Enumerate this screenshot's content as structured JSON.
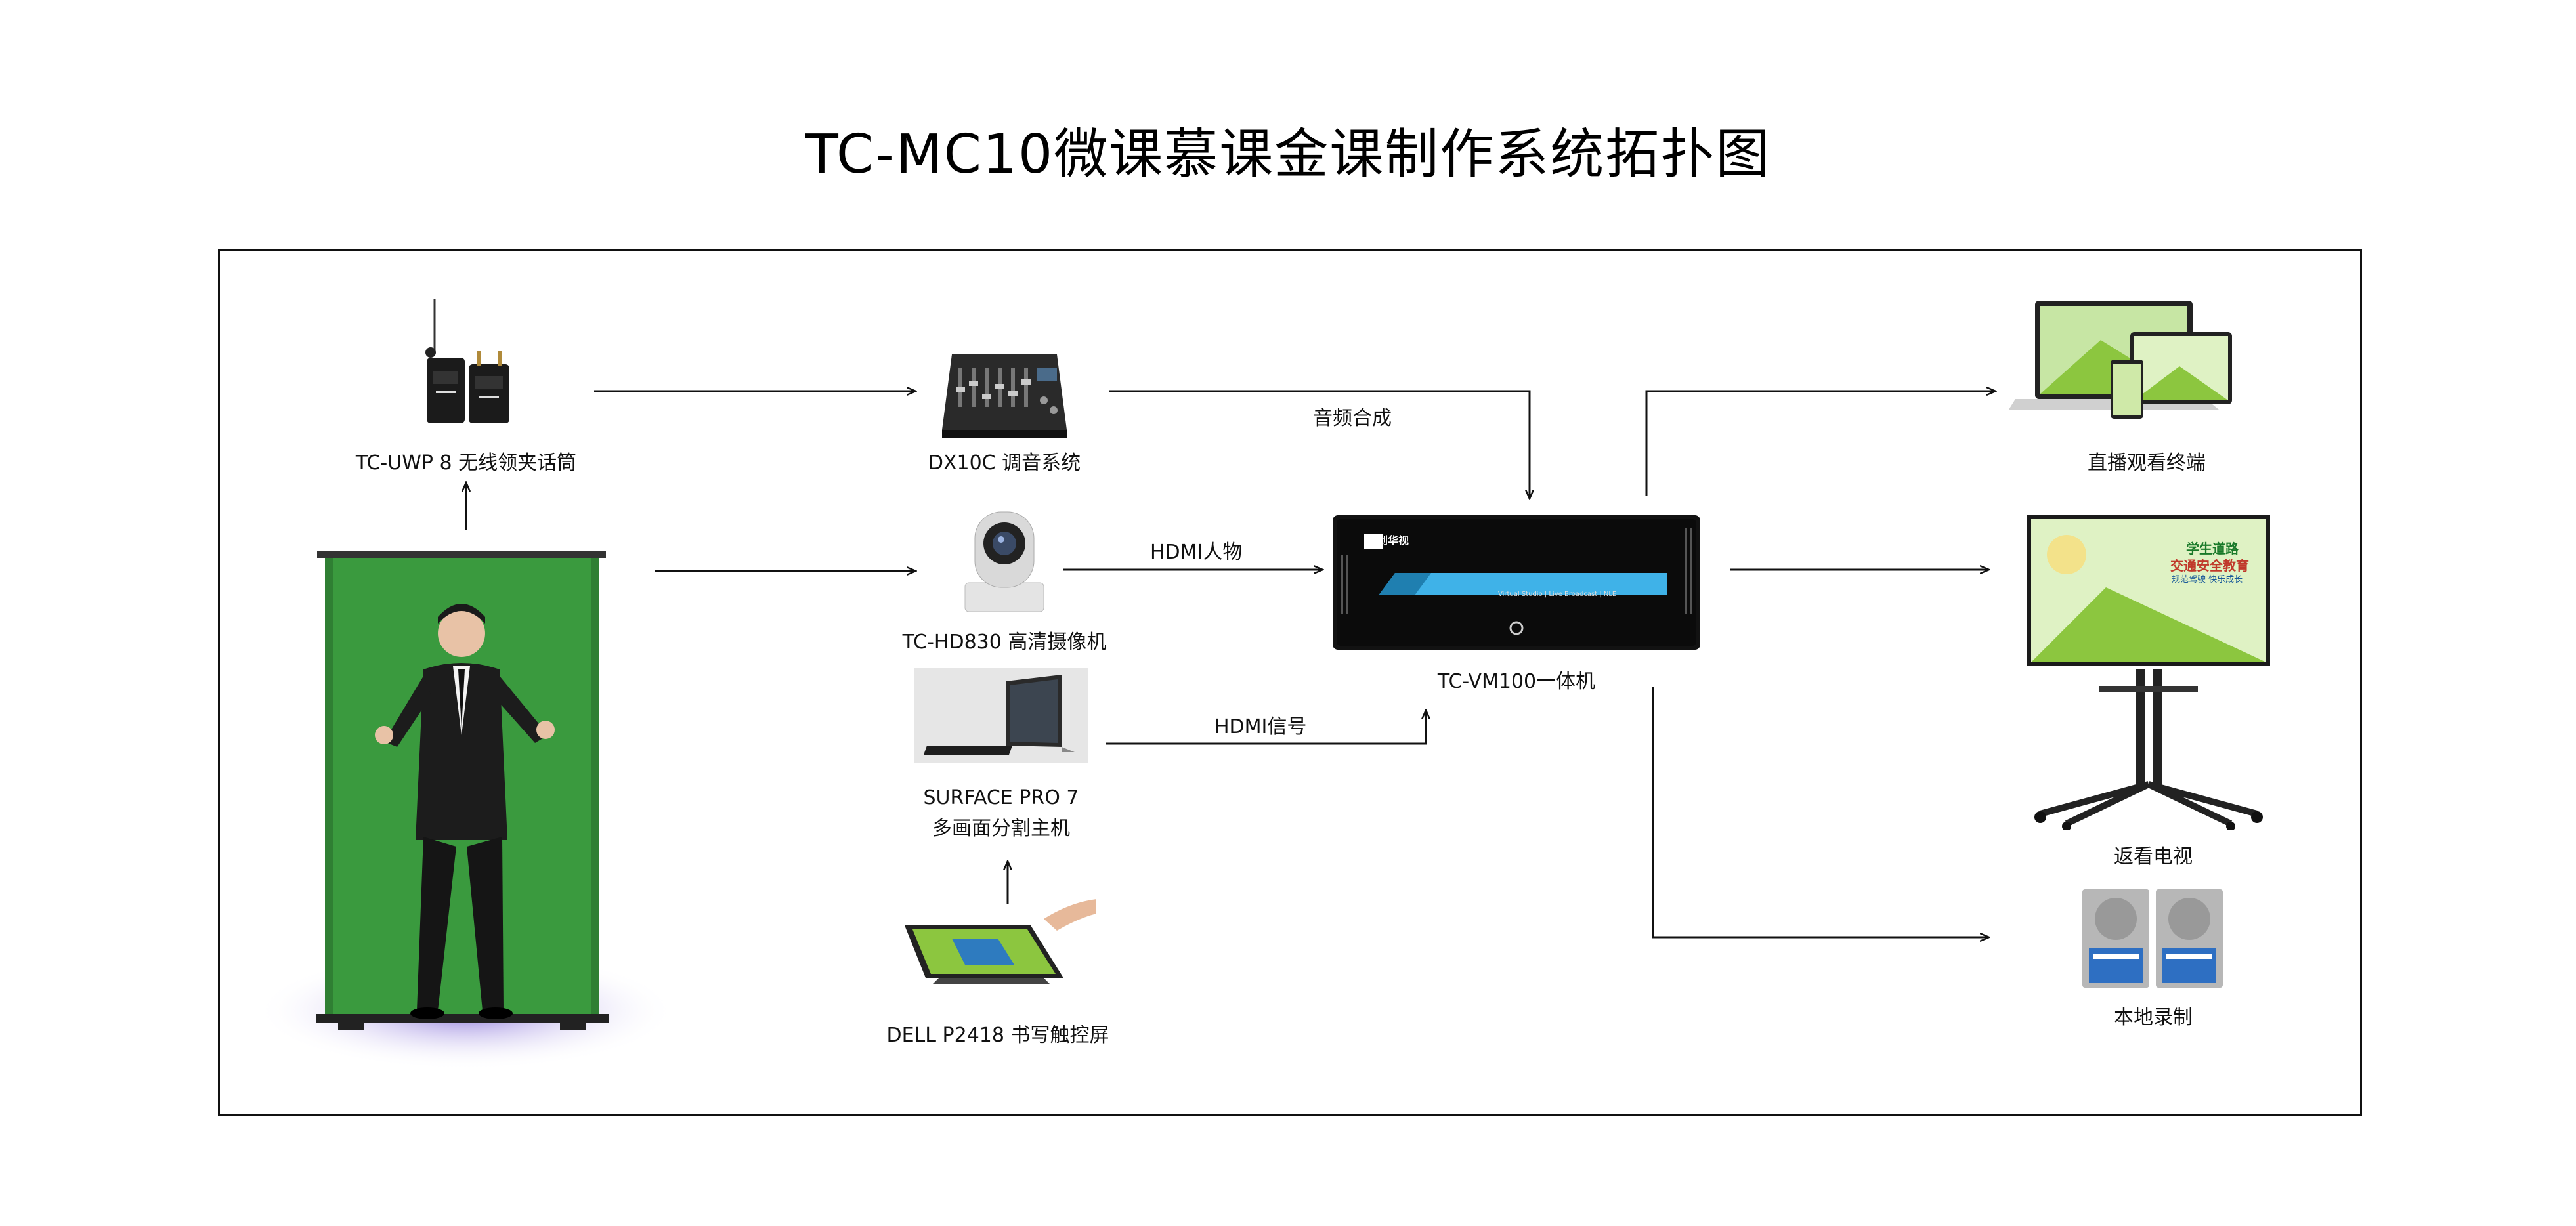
{
  "title": "TC-MC10微课慕课金课制作系统拓扑图",
  "devices": {
    "mic": "TC-UWP 8 无线领夹话筒",
    "mixer": "DX10C 调音系统",
    "camera": "TC-HD830 高清摄像机",
    "surface_line1": "SURFACE PRO 7",
    "surface_line2": "多画面分割主机",
    "touch": "DELL P2418 书写触控屏",
    "main_unit": "TC-VM100一体机",
    "live_terminal": "直播观看终端",
    "tv": "返看电视",
    "storage": "本地录制"
  },
  "edges": {
    "audio": "音频合成",
    "hdmi_person": "HDMI人物",
    "hdmi_signal": "HDMI信号"
  },
  "unit_face": {
    "brand": "天创华视",
    "tags": "Virtual Studio  |  Live Broadcast  |  NLE"
  },
  "screen_text": {
    "poster_line1": "学生道路",
    "poster_line2": "交通安全教育",
    "poster_line3": "规范驾驶 快乐成长"
  },
  "colors": {
    "green_screen": "#3a9a3e",
    "unit_accent": "#3fb2e8",
    "line": "#111111"
  },
  "icons": [
    "lavalier-mic-icon",
    "audio-mixer-icon",
    "ptz-camera-icon",
    "surface-tablet-icon",
    "touch-monitor-icon",
    "all-in-one-unit-icon",
    "laptop-tablet-icon",
    "tv-on-stand-icon",
    "hard-drive-icon",
    "green-screen-presenter-icon"
  ]
}
